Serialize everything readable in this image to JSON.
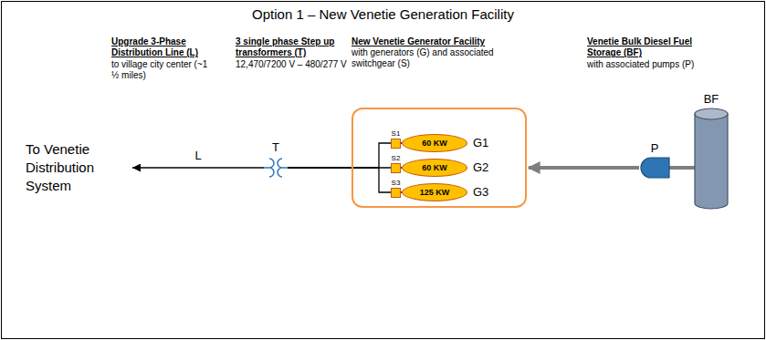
{
  "diagram": {
    "title": "Option 1 – New Venetie Generation Facility",
    "nodes": [
      {
        "text": [
          "To Venetie Distribution System"
        ]
      },
      {
        "text": [
          "T"
        ]
      },
      {
        "text": [
          "New Venetie Generator Facility",
          "with generators (G) and associated switchgear (S)"
        ]
      },
      {
        "text": [
          "S1"
        ],
        "in": 2
      },
      {
        "text": [
          "60 KW",
          "G1"
        ],
        "in": 2
      },
      {
        "text": [
          "S2"
        ],
        "in": 2
      },
      {
        "text": [
          "60 KW",
          "G2"
        ],
        "in": 2
      },
      {
        "text": [
          "S3"
        ],
        "in": 2
      },
      {
        "text": [
          "125 KW",
          "G3"
        ],
        "in": 2
      },
      {
        "text": [
          "P"
        ]
      },
      {
        "text": [
          "BF"
        ]
      }
    ],
    "edges": [
      {
        "from": 3,
        "to": 4,
        "arrow": "none"
      },
      {
        "from": 5,
        "to": 6,
        "arrow": "none"
      },
      {
        "from": 7,
        "to": 8,
        "arrow": "none"
      },
      {
        "from": 3,
        "to": 1,
        "arrow": "none"
      },
      {
        "from": 5,
        "to": 1,
        "arrow": "none"
      },
      {
        "from": 7,
        "to": 1,
        "arrow": "none"
      },
      {
        "from": 1,
        "to": 0,
        "label": "L",
        "arrow": "to"
      },
      {
        "from": 9,
        "to": 2,
        "arrow": "to"
      }
    ],
    "labels": [
      "Upgrade 3-Phase Distribution Line (L)",
      "to village city center (~1 ½ miles)",
      "3 single phase Step up transformers (T)",
      "12,470/7200 V – 480/277 V",
      "Venetie Bulk Diesel Fuel Storage (BF)",
      "with associated pumps (P)"
    ]
  }
}
